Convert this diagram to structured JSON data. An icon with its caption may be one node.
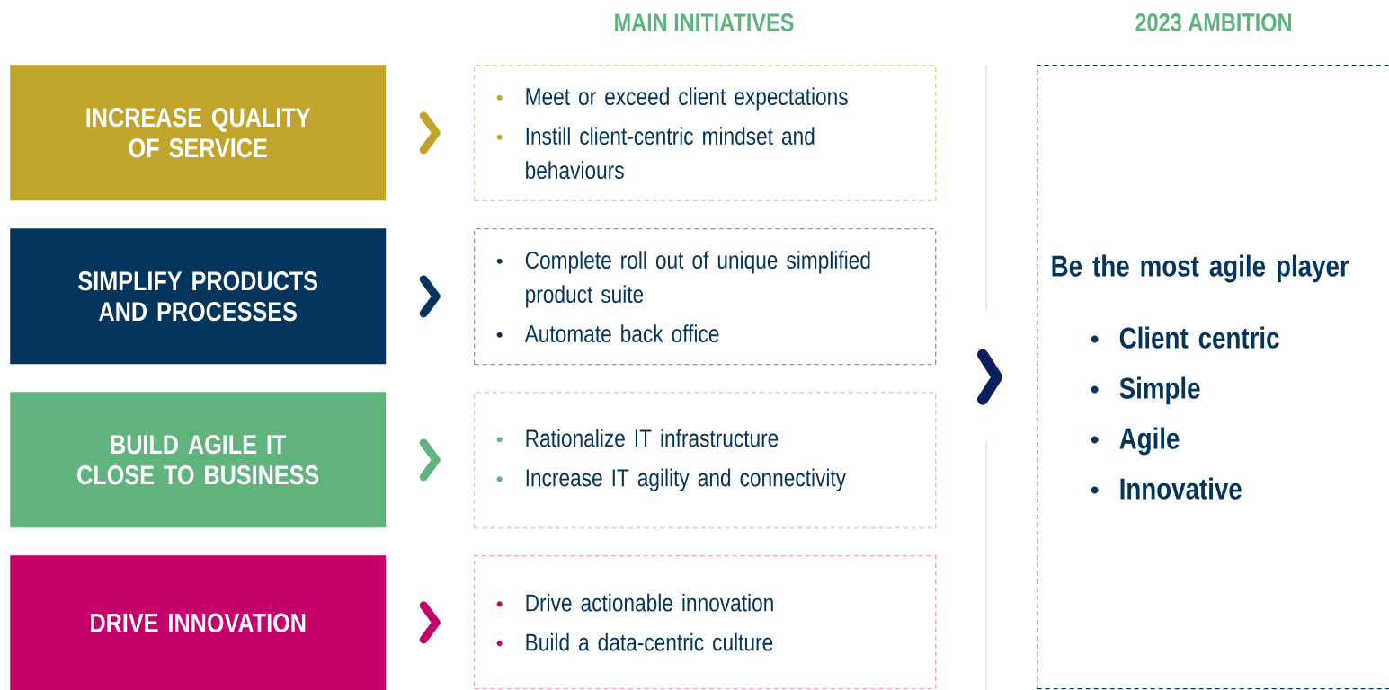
{
  "diagram": {
    "nodes": [
      {
        "text": [
          "INCREASE QUALITY OF SERVICE"
        ]
      },
      {
        "text": [
          "SIMPLIFY PRODUCTS AND PROCESSES"
        ]
      },
      {
        "text": [
          "BUILD AGILE IT CLOSE TO BUSINESS"
        ]
      },
      {
        "text": [
          "DRIVE INNOVATION"
        ]
      },
      {
        "text": [
          "Meet or exceed client expectations",
          "Instill client-centric mindset and behaviours"
        ]
      },
      {
        "text": [
          "Complete roll out of unique simplified product suite",
          "Automate back office"
        ]
      },
      {
        "text": [
          "Rationalize IT infrastructure",
          "Increase IT agility and connectivity"
        ]
      },
      {
        "text": [
          "Drive actionable innovation",
          "Build a data-centric culture"
        ]
      },
      {
        "text": [
          "Be the most agile player",
          "Client centric",
          "Simple",
          "Agile",
          "Innovative"
        ]
      }
    ],
    "edges": [
      {
        "from": 0,
        "to": 4,
        "arrow": "to",
        "color": "#c0a42b"
      },
      {
        "from": 1,
        "to": 5,
        "arrow": "to",
        "color": "#03355d"
      },
      {
        "from": 2,
        "to": 6,
        "arrow": "to",
        "color": "#61b47e"
      },
      {
        "from": 3,
        "to": 7,
        "arrow": "to",
        "color": "#c5006b"
      },
      {
        "from": null,
        "to": 8,
        "arrow": "to",
        "color": "#0b1f5c"
      }
    ],
    "labels": [
      "MAIN INITIATIVES",
      "2023 AMBITION"
    ]
  }
}
